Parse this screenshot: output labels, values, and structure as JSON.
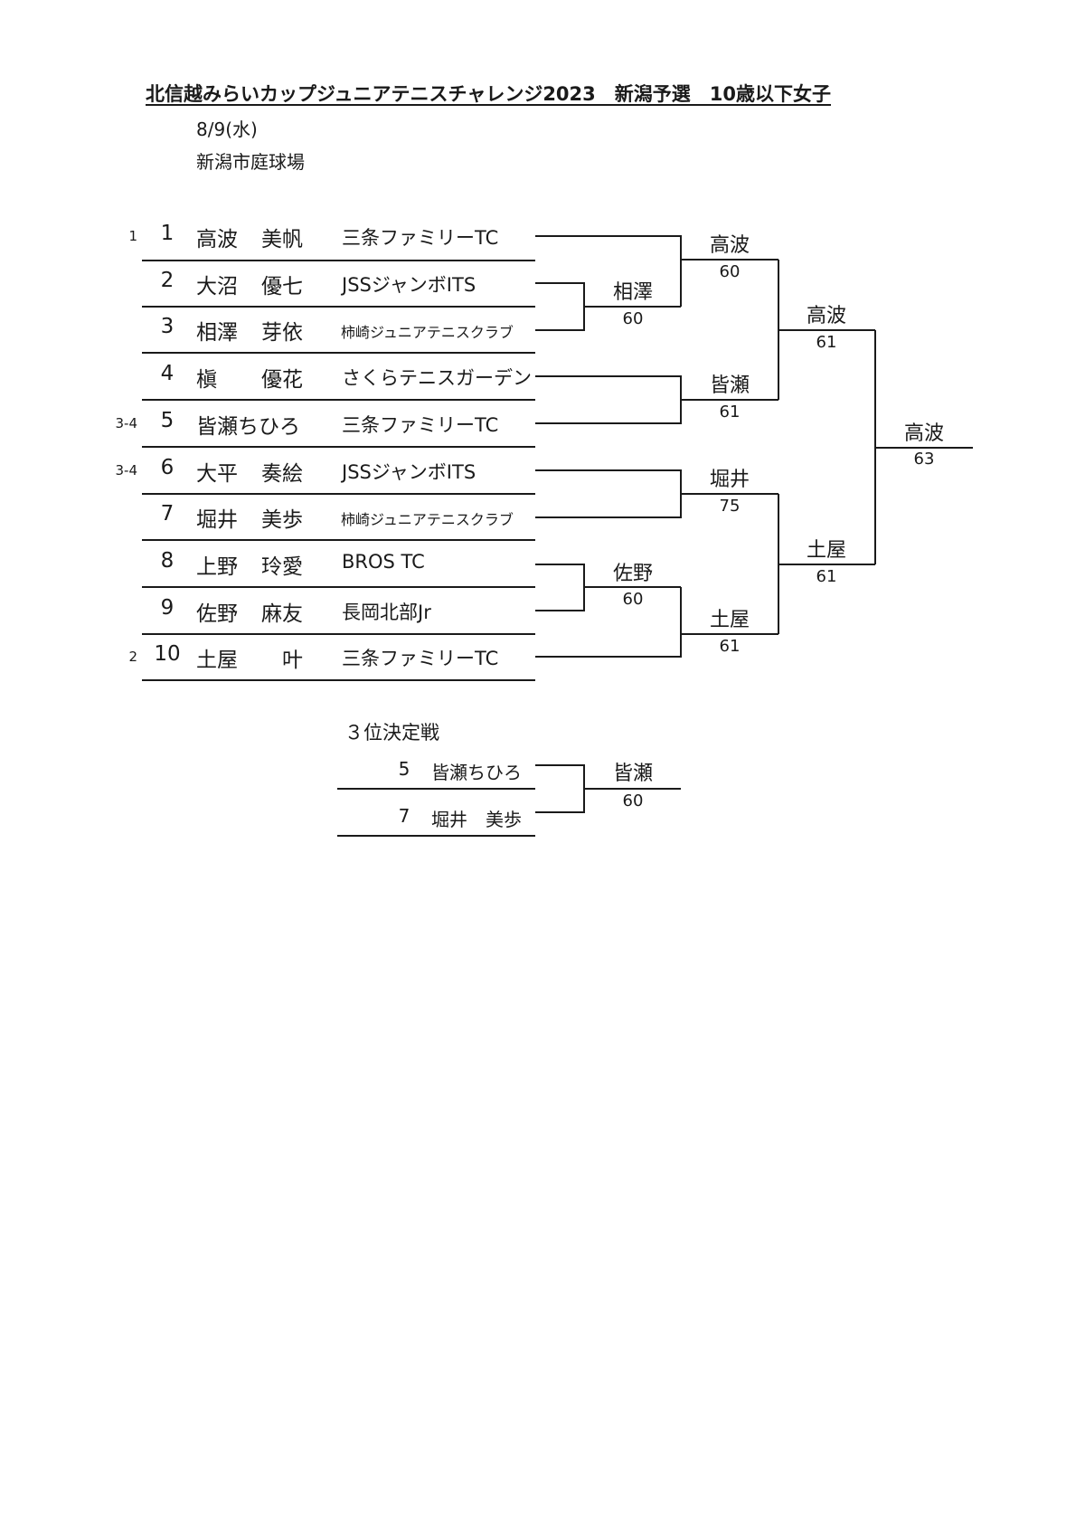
{
  "title": "北信越みらいカップジュニアテニスチャレンジ2023　新潟予選　10歳以下女子",
  "date": "8/9(水)",
  "venue": "新潟市庭球場",
  "players": [
    {
      "seed": "1",
      "num": "1",
      "surname": "高波",
      "given": "美帆",
      "club": "三条ファミリーTC"
    },
    {
      "seed": "",
      "num": "2",
      "surname": "大沼",
      "given": "優七",
      "club": "JSSジャンボITS"
    },
    {
      "seed": "",
      "num": "3",
      "surname": "相澤",
      "given": "芽依",
      "club": "柿崎ジュニアテニスクラブ"
    },
    {
      "seed": "",
      "num": "4",
      "surname": "槇",
      "given": "優花",
      "club": "さくらテニスガーデン"
    },
    {
      "seed": "3-4",
      "num": "5",
      "surname": "皆瀬ちひろ",
      "given": "",
      "club": "三条ファミリーTC"
    },
    {
      "seed": "3-4",
      "num": "6",
      "surname": "大平",
      "given": "奏絵",
      "club": "JSSジャンボITS"
    },
    {
      "seed": "",
      "num": "7",
      "surname": "堀井",
      "given": "美歩",
      "club": "柿崎ジュニアテニスクラブ"
    },
    {
      "seed": "",
      "num": "8",
      "surname": "上野",
      "given": "玲愛",
      "club": "BROS TC"
    },
    {
      "seed": "",
      "num": "9",
      "surname": "佐野",
      "given": "麻友",
      "club": "長岡北部Jr"
    },
    {
      "seed": "2",
      "num": "10",
      "surname": "土屋",
      "given": "叶",
      "club": "三条ファミリーTC"
    }
  ],
  "results": {
    "r1_2v3": {
      "winner": "相澤",
      "score": "60"
    },
    "r1_8v9": {
      "winner": "佐野",
      "score": "60"
    },
    "qf_1": {
      "winner": "高波",
      "score": "60"
    },
    "qf_4v5": {
      "winner": "皆瀬",
      "score": "61"
    },
    "qf_6v7": {
      "winner": "堀井",
      "score": "75"
    },
    "qf_10": {
      "winner": "土屋",
      "score": "61"
    },
    "sf_top": {
      "winner": "高波",
      "score": "61"
    },
    "sf_bottom": {
      "winner": "土屋",
      "score": "61"
    },
    "final": {
      "winner": "高波",
      "score": "63"
    }
  },
  "third_place": {
    "title": "３位決定戦",
    "players": [
      {
        "num": "5",
        "name": "皆瀬ちひろ"
      },
      {
        "num": "7",
        "name": "堀井　美歩"
      }
    ],
    "winner": "皆瀬",
    "score": "60"
  }
}
